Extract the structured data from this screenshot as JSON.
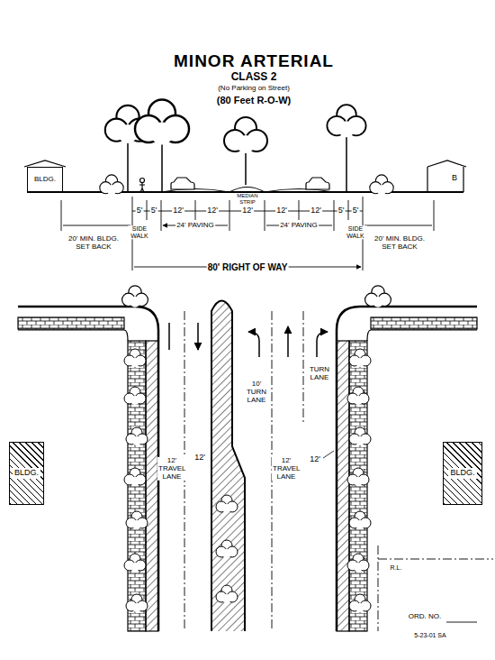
{
  "diagram": {
    "title": "MINOR ARTERIAL",
    "nodes": [
      {
        "text": [
          "BLDG."
        ]
      },
      {
        "text": [
          "BLDG."
        ]
      },
      {
        "text": [
          "BLDG."
        ]
      }
    ],
    "labels": [
      "CLASS 2",
      "(No Parking on Street)",
      "(80 Feet R-O-W)",
      "B",
      "MEDIAN STRIP",
      "5'",
      "5'",
      "12'",
      "12'",
      "12'",
      "12'",
      "12'",
      "5'",
      "5'",
      "SIDE WALK",
      "24' PAVING",
      "24' PAVING",
      "SIDE WALK",
      "20' MIN. BLDG. SET BACK",
      "20' MIN. BLDG. SET BACK",
      "80' RIGHT OF WAY",
      "10' TURN LANE",
      "TURN LANE",
      "12' TRAVEL LANE",
      "12'",
      "12' TRAVEL LANE",
      "12'",
      "R.L.",
      "ORD. NO.",
      "5-23-01 SA"
    ]
  }
}
